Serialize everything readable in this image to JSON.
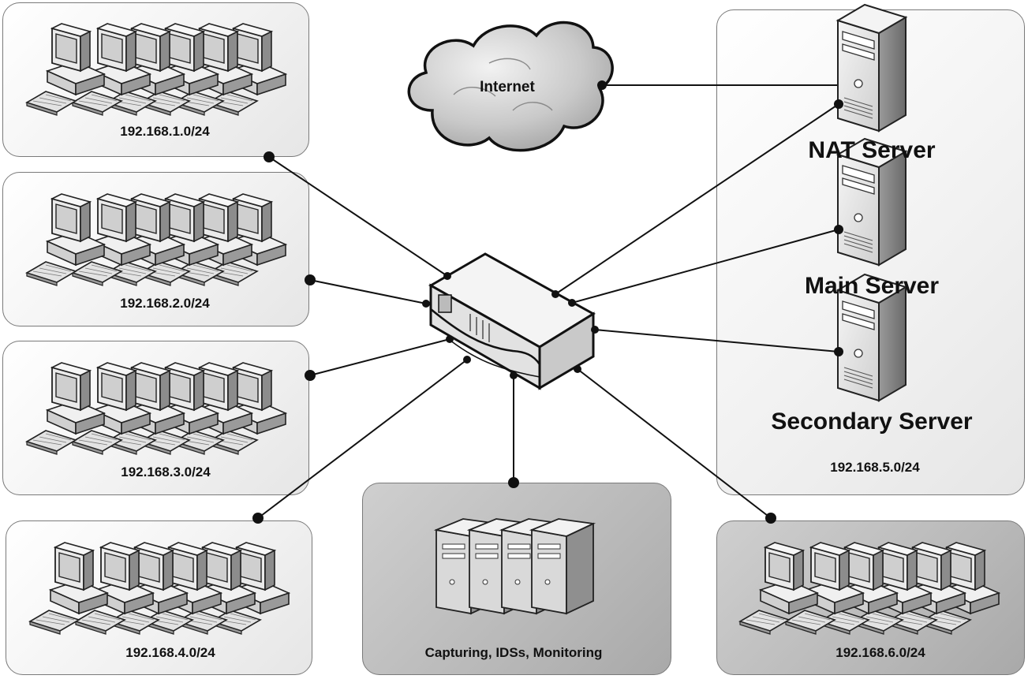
{
  "cloud": {
    "label": "Internet"
  },
  "subnets": [
    {
      "id": "lan1",
      "label": "192.168.1.0/24"
    },
    {
      "id": "lan2",
      "label": "192.168.2.0/24"
    },
    {
      "id": "lan3",
      "label": "192.168.3.0/24"
    },
    {
      "id": "lan4",
      "label": "192.168.4.0/24"
    },
    {
      "id": "lan6",
      "label": "192.168.6.0/24"
    }
  ],
  "servers": {
    "nat": "NAT Server",
    "main": "Main Server",
    "secondary": "Secondary Server",
    "subnet": "192.168.5.0/24"
  },
  "monitoring": {
    "label": "Capturing, IDSs, Monitoring"
  },
  "colors": {
    "line": "#111111",
    "panel_border": "#7a7a7a",
    "grey_panel": "#b9b9b9"
  }
}
